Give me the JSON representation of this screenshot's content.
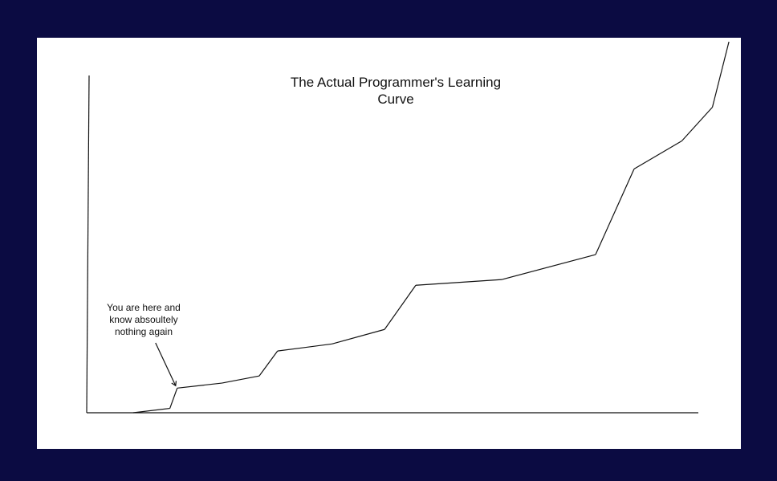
{
  "chart_data": {
    "type": "line",
    "title_lines": [
      "The Actual Programmer's Learning",
      "Curve"
    ],
    "xlabel": "",
    "ylabel": "",
    "grid": false,
    "legend": "none",
    "series": [
      {
        "values": [
          [
            0.076,
            0.0
          ],
          [
            0.136,
            0.013
          ],
          [
            0.148,
            0.073
          ],
          [
            0.221,
            0.088
          ],
          [
            0.282,
            0.109
          ],
          [
            0.312,
            0.183
          ],
          [
            0.401,
            0.204
          ],
          [
            0.487,
            0.247
          ],
          [
            0.538,
            0.378
          ],
          [
            0.679,
            0.395
          ],
          [
            0.832,
            0.469
          ],
          [
            0.895,
            0.723
          ],
          [
            0.973,
            0.806
          ],
          [
            1.023,
            0.906
          ],
          [
            1.05,
            1.1
          ]
        ]
      }
    ],
    "annotations": [
      {
        "text_lines": [
          "You are here and",
          "know absoultely",
          "nothing again"
        ],
        "target": [
          0.148,
          0.073
        ]
      }
    ],
    "colors": {
      "background": "#0b0b42",
      "panel": "#ffffff",
      "ink": "#111111"
    }
  }
}
